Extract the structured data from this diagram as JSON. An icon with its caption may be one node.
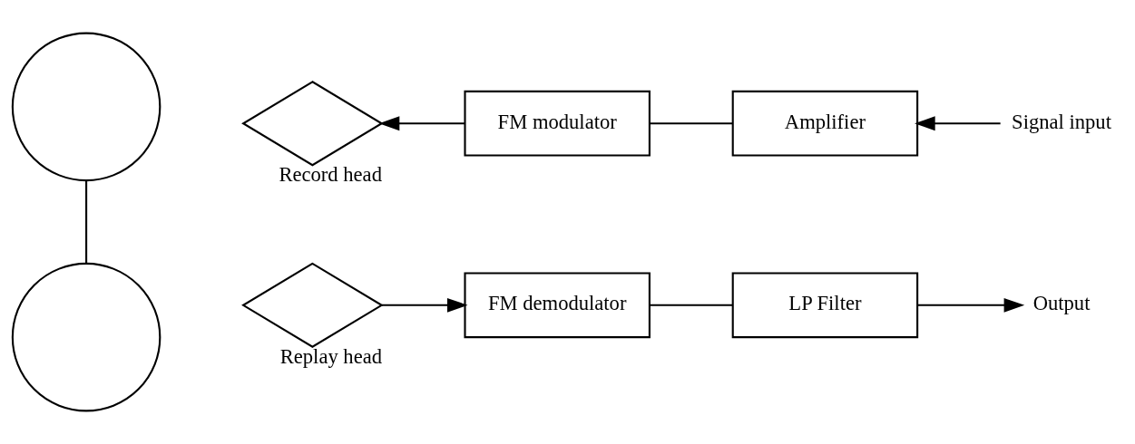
{
  "diagram": {
    "nodes": [
      {
        "text": [],
        "shape": "circle"
      },
      {
        "text": [
          "Record head"
        ]
      },
      {
        "text": [
          "FM modulator"
        ]
      },
      {
        "text": [
          "Amplifier"
        ]
      },
      {
        "text": [
          "Signal input"
        ]
      },
      {
        "text": [
          "Replay head"
        ]
      },
      {
        "text": [
          "FM demodulator"
        ]
      },
      {
        "text": [
          "LP Filter"
        ]
      },
      {
        "text": [
          "Output"
        ]
      },
      {
        "text": [],
        "shape": "circle"
      }
    ],
    "edges": [
      {
        "from": 0,
        "to": 9,
        "arrow": "none"
      },
      {
        "from": 4,
        "to": 3,
        "arrow": "to"
      },
      {
        "from": 3,
        "to": 2,
        "arrow": "none"
      },
      {
        "from": 2,
        "to": 1,
        "arrow": "to"
      },
      {
        "from": 5,
        "to": 6,
        "arrow": "to"
      },
      {
        "from": 6,
        "to": 7,
        "arrow": "none"
      },
      {
        "from": 7,
        "to": 8,
        "arrow": "to"
      }
    ]
  }
}
